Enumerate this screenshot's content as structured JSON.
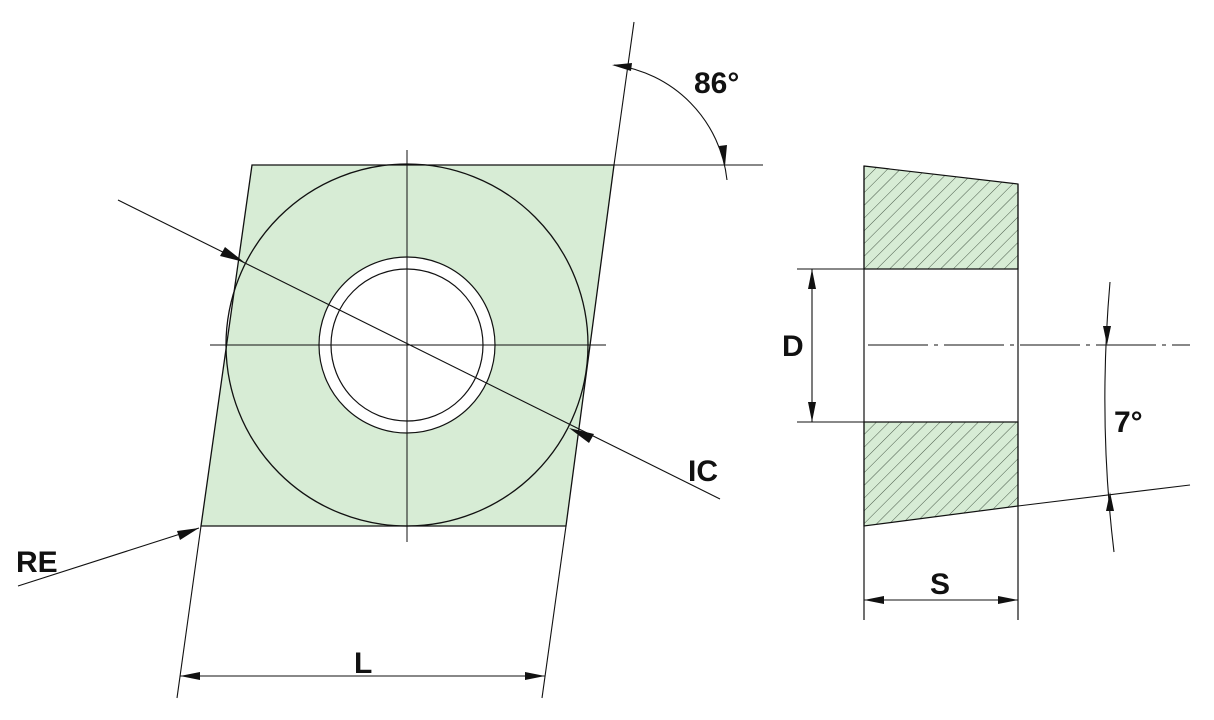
{
  "labels": {
    "angle_top": "86°",
    "inscribed_circle": "IC",
    "corner_radius": "RE",
    "edge_length": "L",
    "hole_diameter": "D",
    "thickness": "S",
    "clearance_angle": "7°"
  },
  "colors": {
    "insert_fill": "#d7ecd5",
    "line": "#111111",
    "hatch": "#3a4a3a"
  }
}
